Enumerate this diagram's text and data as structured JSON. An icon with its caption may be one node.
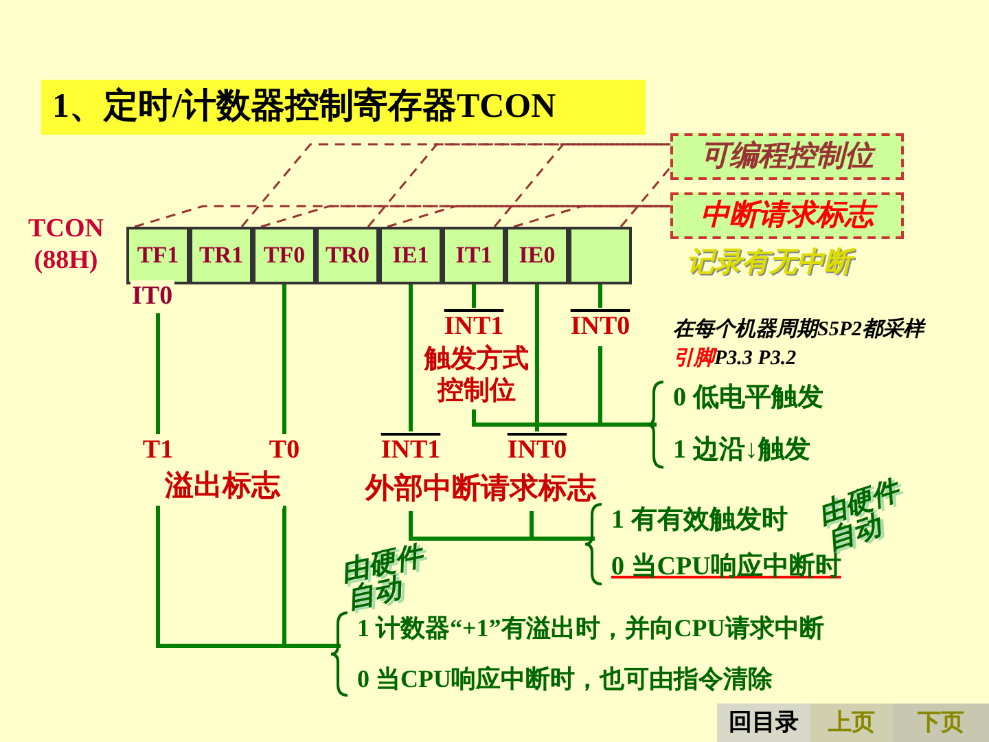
{
  "diagram": {
    "title": "1、定时/计数器控制寄存器TCON",
    "nodes": [
      {
        "text": [
          "TF1"
        ],
        "beside": [
          "TCON (88H)"
        ]
      },
      {
        "text": [
          "TR1"
        ]
      },
      {
        "text": [
          "TF0"
        ]
      },
      {
        "text": [
          "TR0"
        ]
      },
      {
        "text": [
          "IE1"
        ]
      },
      {
        "text": [
          "IT1"
        ]
      },
      {
        "text": [
          "IE0"
        ]
      },
      {
        "text": [],
        "shape": "box"
      },
      {
        "text": [
          "可编程控制位"
        ]
      },
      {
        "text": [
          "中断请求标志"
        ]
      },
      {
        "text": [
          "T1"
        ]
      },
      {
        "text": [
          "T0"
        ]
      },
      {
        "text": [
          "溢出标志"
        ]
      },
      {
        "text": [
          "INT1"
        ]
      },
      {
        "text": [
          "INT0"
        ]
      },
      {
        "text": [
          "触发方式控制位"
        ]
      },
      {
        "text": [
          "INT1"
        ]
      },
      {
        "text": [
          "INT0"
        ]
      },
      {
        "text": [
          "外部中断请求标志"
        ]
      },
      {
        "text": [
          "0 低电平触发",
          "1 边沿↓触发"
        ]
      },
      {
        "text": [
          "1 有有效触发时",
          "0 当CPU响应中断时"
        ],
        "beside": [
          "由硬件自动"
        ]
      },
      {
        "text": [
          "1 计数器“+1”有溢出时，并向CPU请求中断",
          "0 当CPU响应中断时，也可由指令清除"
        ],
        "beside": [
          "由硬件自动"
        ]
      }
    ],
    "edges": [
      {
        "from": 1,
        "to": 8,
        "arrow": "none",
        "style": "dashed",
        "color": "#993333"
      },
      {
        "from": 3,
        "to": 8,
        "arrow": "none",
        "style": "dashed",
        "color": "#993333"
      },
      {
        "from": 5,
        "to": 8,
        "arrow": "none",
        "style": "dashed",
        "color": "#993333"
      },
      {
        "from": 7,
        "to": 8,
        "arrow": "none",
        "style": "dashed",
        "color": "#993333"
      },
      {
        "from": 0,
        "to": 9,
        "arrow": "none",
        "style": "dashed",
        "color": "#993333"
      },
      {
        "from": 2,
        "to": 9,
        "arrow": "none",
        "style": "dashed",
        "color": "#993333"
      },
      {
        "from": 4,
        "to": 9,
        "arrow": "none",
        "style": "dashed",
        "color": "#993333"
      },
      {
        "from": 6,
        "to": 9,
        "arrow": "none",
        "style": "dashed",
        "color": "#993333"
      },
      {
        "from": 0,
        "to": 10,
        "arrow": "none"
      },
      {
        "from": 2,
        "to": 11,
        "arrow": "none"
      },
      {
        "from": 5,
        "to": 13,
        "arrow": "none"
      },
      {
        "from": 7,
        "to": 14,
        "arrow": "none"
      },
      {
        "from": 4,
        "to": 16,
        "arrow": "none"
      },
      {
        "from": 6,
        "to": 17,
        "arrow": "none"
      },
      {
        "from": 15,
        "to": 19,
        "arrow": "none"
      },
      {
        "from": 14,
        "to": 19,
        "arrow": "none"
      },
      {
        "from": 18,
        "to": 20,
        "arrow": "none"
      },
      {
        "from": 12,
        "to": 21,
        "arrow": "none"
      }
    ],
    "labels": [
      "IT0",
      "记录有无中断",
      "在每个机器周期S5P2都采样**引脚**P3.3 P3.2",
      "回目录",
      "上页",
      "下页"
    ]
  }
}
